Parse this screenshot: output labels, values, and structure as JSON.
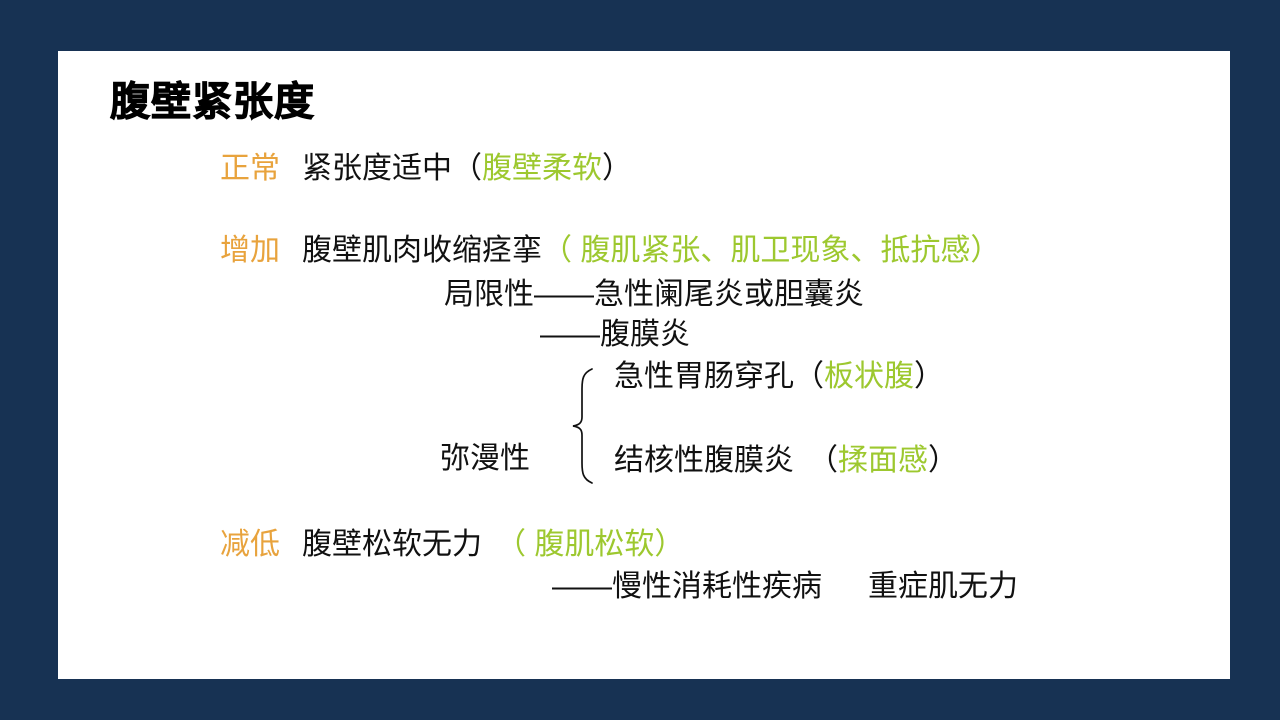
{
  "slide": {
    "title": "腹壁紧张度",
    "background_color": "#173253",
    "panel_color": "#ffffff",
    "accent_keyword_color": "#e8a33d",
    "accent_emphasis_color": "#9dc82f",
    "body_text_color": "#000000"
  },
  "rows": {
    "normal": {
      "keyword": "正常",
      "description": "紧张度适中",
      "paren_open": "（",
      "emphasis": "腹壁柔软",
      "paren_close": "）"
    },
    "increase": {
      "keyword": "增加",
      "description": "腹壁肌肉收缩痉挛",
      "emphasis_group": "（ 腹肌紧张、肌卫现象、抵抗感）"
    },
    "localized": {
      "text": "局限性——急性阑尾炎或胆囊炎"
    },
    "peritonitis": {
      "text": "——腹膜炎"
    },
    "diffuse": {
      "label": "弥漫性"
    },
    "perforation": {
      "description": "急性胃肠穿孔",
      "paren_open": "（",
      "emphasis": "板状腹",
      "paren_close": "）"
    },
    "tb_peritonitis": {
      "description": "结核性腹膜炎",
      "paren_open": "（",
      "emphasis": "揉面感",
      "paren_close": "）"
    },
    "decrease": {
      "keyword": "减低",
      "description": "腹壁松软无力",
      "emphasis_group": "（ 腹肌松软）"
    },
    "chronic": {
      "text_a": "——慢性消耗性疾病",
      "text_b": "重症肌无力"
    }
  }
}
